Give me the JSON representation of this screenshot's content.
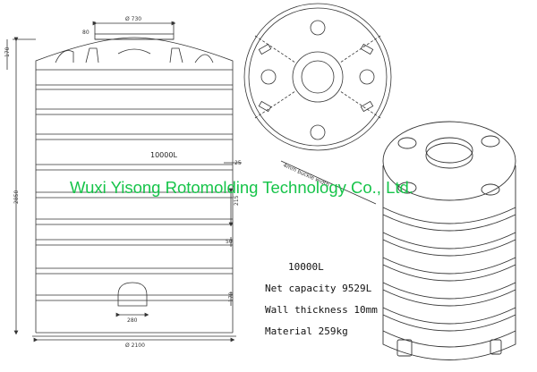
{
  "colors": {
    "line": "#333333",
    "watermark": "#17c44a",
    "background": "#ffffff"
  },
  "drawing": {
    "dim_top_diameter": "Ø 730",
    "dim_cap_height": "80",
    "dim_top_height": "170",
    "dim_total_height": "2850",
    "tank_label": "10000L",
    "dim_rib_1": "25",
    "dim_rib_pitch": "215",
    "dim_rib_2": "50",
    "dim_outlet_height": "170",
    "dim_outlet_width": "280",
    "dim_base_diameter": "Ø 2100",
    "plan_note": "4mm buckle width"
  },
  "specs": {
    "capacity_label": "10000L",
    "net_capacity": "Net capacity 9529L",
    "wall_thickness": "Wall thickness 10mm",
    "material": "Material 259kg"
  },
  "watermark": "Wuxi Yisong Rotomolding Technology Co., Ltd."
}
